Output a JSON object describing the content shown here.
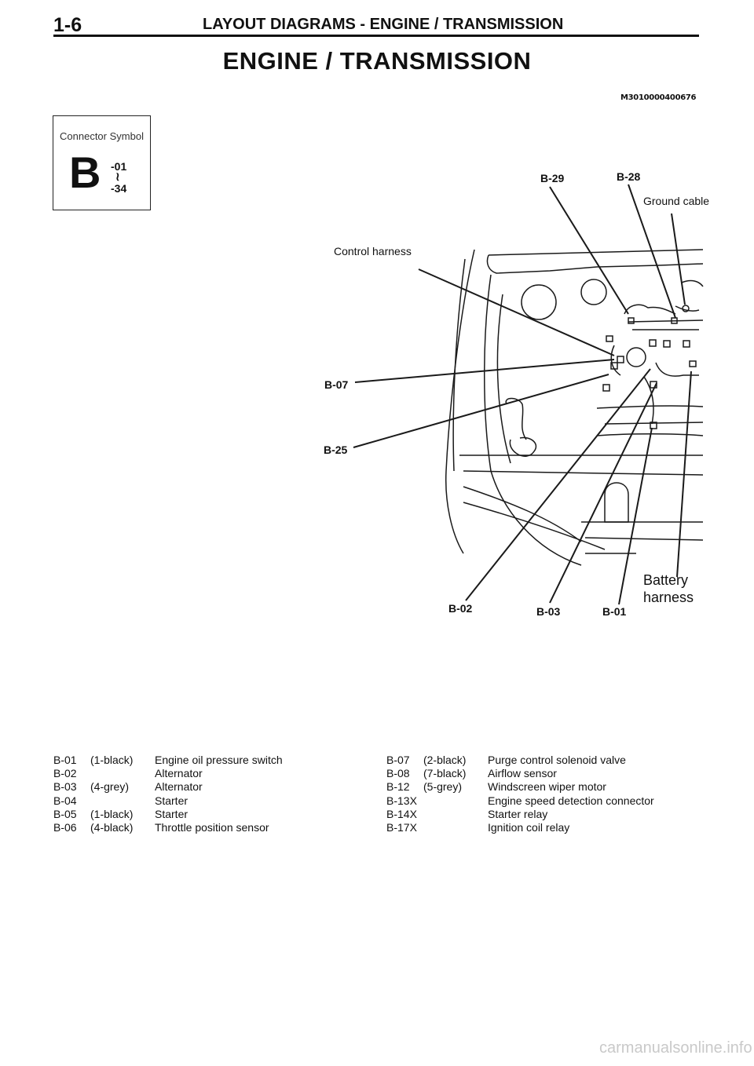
{
  "header": {
    "page_number": "1-6",
    "section_title": "LAYOUT DIAGRAMS - ENGINE / TRANSMISSION"
  },
  "title": "ENGINE / TRANSMISSION",
  "figure_code": "M3010000400676",
  "connector_symbol": {
    "caption": "Connector Symbol",
    "letter": "B",
    "range_from": "-01",
    "range_sep": "≀",
    "range_to": "-34"
  },
  "diagram_labels": {
    "b29": "B-29",
    "b28": "B-28",
    "ground_cable": "Ground cable",
    "control_harness": "Control harness",
    "b07": "B-07",
    "b25": "B-25",
    "battery_harness_line1": "Battery",
    "battery_harness_line2": "harness",
    "b02": "B-02",
    "b03": "B-03",
    "b01": "B-01"
  },
  "legend_left": [
    {
      "code": "B-01",
      "color": "(1-black)",
      "name": "Engine oil pressure switch"
    },
    {
      "code": "B-02",
      "color": "",
      "name": "Alternator"
    },
    {
      "code": "B-03",
      "color": "(4-grey)",
      "name": "Alternator"
    },
    {
      "code": "B-04",
      "color": "",
      "name": "Starter"
    },
    {
      "code": "B-05",
      "color": "(1-black)",
      "name": "Starter"
    },
    {
      "code": "B-06",
      "color": "(4-black)",
      "name": "Throttle position sensor"
    }
  ],
  "legend_right": [
    {
      "code": "B-07",
      "color": "(2-black)",
      "name": "Purge control solenoid valve"
    },
    {
      "code": "B-08",
      "color": "(7-black)",
      "name": "Airflow sensor"
    },
    {
      "code": "B-12",
      "color": "(5-grey)",
      "name": "Windscreen wiper motor"
    },
    {
      "code": "B-13X",
      "color": "",
      "name": "Engine speed detection connector"
    },
    {
      "code": "B-14X",
      "color": "",
      "name": "Starter relay"
    },
    {
      "code": "B-17X",
      "color": "",
      "name": "Ignition coil relay"
    }
  ],
  "footer_watermark": "carmanualsonline.info"
}
